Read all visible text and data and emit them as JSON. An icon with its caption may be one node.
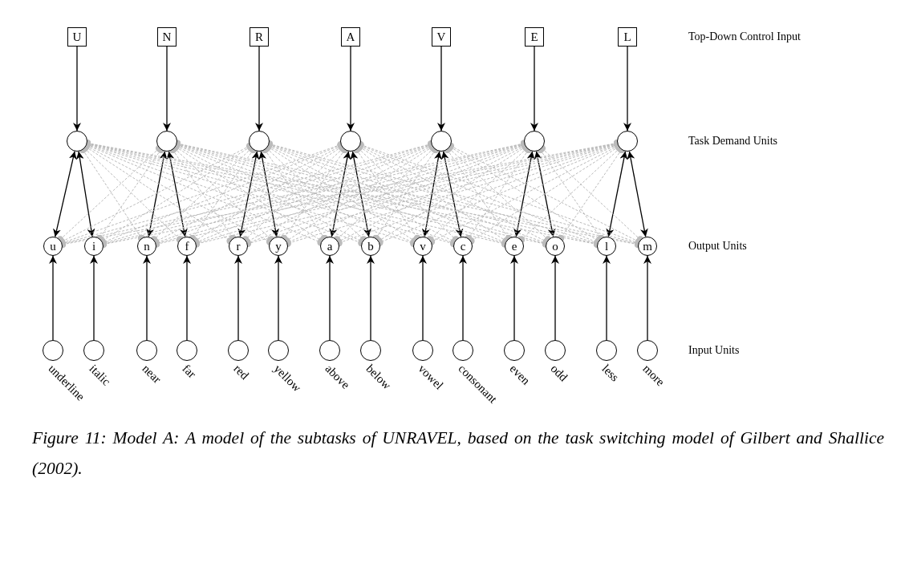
{
  "diagram": {
    "caption": "Figure 11: Model A: A model of the subtasks of UNRAVEL, based on the task switching model of Gilbert and Shallice (2002).",
    "nodes": [
      {
        "text": [
          "U"
        ]
      },
      {
        "text": [
          "N"
        ]
      },
      {
        "text": [
          "R"
        ]
      },
      {
        "text": [
          "A"
        ]
      },
      {
        "text": [
          "V"
        ]
      },
      {
        "text": [
          "E"
        ]
      },
      {
        "text": [
          "L"
        ]
      },
      {
        "text": [],
        "shape": "circle"
      },
      {
        "text": [],
        "shape": "circle"
      },
      {
        "text": [],
        "shape": "circle"
      },
      {
        "text": [],
        "shape": "circle"
      },
      {
        "text": [],
        "shape": "circle"
      },
      {
        "text": [],
        "shape": "circle"
      },
      {
        "text": [],
        "shape": "circle"
      },
      {
        "text": [
          "u"
        ]
      },
      {
        "text": [
          "i"
        ]
      },
      {
        "text": [
          "n"
        ]
      },
      {
        "text": [
          "f"
        ]
      },
      {
        "text": [
          "r"
        ]
      },
      {
        "text": [
          "y"
        ]
      },
      {
        "text": [
          "a"
        ]
      },
      {
        "text": [
          "b"
        ]
      },
      {
        "text": [
          "v"
        ]
      },
      {
        "text": [
          "c"
        ]
      },
      {
        "text": [
          "e"
        ]
      },
      {
        "text": [
          "o"
        ]
      },
      {
        "text": [
          "l"
        ]
      },
      {
        "text": [
          "m"
        ]
      },
      {
        "text": [],
        "shape": "circle",
        "beside": [
          "underline"
        ]
      },
      {
        "text": [],
        "shape": "circle",
        "beside": [
          "italic"
        ]
      },
      {
        "text": [],
        "shape": "circle",
        "beside": [
          "near"
        ]
      },
      {
        "text": [],
        "shape": "circle",
        "beside": [
          "far"
        ]
      },
      {
        "text": [],
        "shape": "circle",
        "beside": [
          "red"
        ]
      },
      {
        "text": [],
        "shape": "circle",
        "beside": [
          "yellow"
        ]
      },
      {
        "text": [],
        "shape": "circle",
        "beside": [
          "above"
        ]
      },
      {
        "text": [],
        "shape": "circle",
        "beside": [
          "below"
        ]
      },
      {
        "text": [],
        "shape": "circle",
        "beside": [
          "vowel"
        ]
      },
      {
        "text": [],
        "shape": "circle",
        "beside": [
          "consonant"
        ]
      },
      {
        "text": [],
        "shape": "circle",
        "beside": [
          "even"
        ]
      },
      {
        "text": [],
        "shape": "circle",
        "beside": [
          "odd"
        ]
      },
      {
        "text": [],
        "shape": "circle",
        "beside": [
          "less"
        ]
      },
      {
        "text": [],
        "shape": "circle",
        "beside": [
          "more"
        ]
      }
    ],
    "edges": [
      {
        "from": 0,
        "to": 7,
        "arrow": "to",
        "color": "#000000"
      },
      {
        "from": 1,
        "to": 8,
        "arrow": "to",
        "color": "#000000"
      },
      {
        "from": 2,
        "to": 9,
        "arrow": "to",
        "color": "#000000"
      },
      {
        "from": 3,
        "to": 10,
        "arrow": "to",
        "color": "#000000"
      },
      {
        "from": 4,
        "to": 11,
        "arrow": "to",
        "color": "#000000"
      },
      {
        "from": 5,
        "to": 12,
        "arrow": "to",
        "color": "#000000"
      },
      {
        "from": 6,
        "to": 13,
        "arrow": "to",
        "color": "#000000"
      },
      {
        "from": 7,
        "to": 14,
        "arrow": "both",
        "color": "#000000"
      },
      {
        "from": 7,
        "to": 15,
        "arrow": "both",
        "color": "#000000"
      },
      {
        "from": 8,
        "to": 16,
        "arrow": "both",
        "color": "#000000"
      },
      {
        "from": 8,
        "to": 17,
        "arrow": "both",
        "color": "#000000"
      },
      {
        "from": 9,
        "to": 18,
        "arrow": "both",
        "color": "#000000"
      },
      {
        "from": 9,
        "to": 19,
        "arrow": "both",
        "color": "#000000"
      },
      {
        "from": 10,
        "to": 20,
        "arrow": "both",
        "color": "#000000"
      },
      {
        "from": 10,
        "to": 21,
        "arrow": "both",
        "color": "#000000"
      },
      {
        "from": 11,
        "to": 22,
        "arrow": "both",
        "color": "#000000"
      },
      {
        "from": 11,
        "to": 23,
        "arrow": "both",
        "color": "#000000"
      },
      {
        "from": 12,
        "to": 24,
        "arrow": "both",
        "color": "#000000"
      },
      {
        "from": 12,
        "to": 25,
        "arrow": "both",
        "color": "#000000"
      },
      {
        "from": 13,
        "to": 26,
        "arrow": "both",
        "color": "#000000"
      },
      {
        "from": 13,
        "to": 27,
        "arrow": "both",
        "color": "#000000"
      },
      {
        "from": 28,
        "to": 14,
        "arrow": "to",
        "color": "#000000"
      },
      {
        "from": 29,
        "to": 15,
        "arrow": "to",
        "color": "#000000"
      },
      {
        "from": 30,
        "to": 16,
        "arrow": "to",
        "color": "#000000"
      },
      {
        "from": 31,
        "to": 17,
        "arrow": "to",
        "color": "#000000"
      },
      {
        "from": 32,
        "to": 18,
        "arrow": "to",
        "color": "#000000"
      },
      {
        "from": 33,
        "to": 19,
        "arrow": "to",
        "color": "#000000"
      },
      {
        "from": 34,
        "to": 20,
        "arrow": "to",
        "color": "#000000"
      },
      {
        "from": 35,
        "to": 21,
        "arrow": "to",
        "color": "#000000"
      },
      {
        "from": 36,
        "to": 22,
        "arrow": "to",
        "color": "#000000"
      },
      {
        "from": 37,
        "to": 23,
        "arrow": "to",
        "color": "#000000"
      },
      {
        "from": 38,
        "to": 24,
        "arrow": "to",
        "color": "#000000"
      },
      {
        "from": 39,
        "to": 25,
        "arrow": "to",
        "color": "#000000"
      },
      {
        "from": 40,
        "to": 26,
        "arrow": "to",
        "color": "#000000"
      },
      {
        "from": 41,
        "to": 27,
        "arrow": "to",
        "color": "#000000"
      },
      {
        "from": 7,
        "to": 16,
        "arrow": "other",
        "style": "dashed"
      },
      {
        "from": 7,
        "to": 17,
        "arrow": "other",
        "style": "dashed"
      },
      {
        "from": 7,
        "to": 18,
        "arrow": "other",
        "style": "dashed"
      },
      {
        "from": 7,
        "to": 19,
        "arrow": "other",
        "style": "dashed"
      },
      {
        "from": 7,
        "to": 20,
        "arrow": "other",
        "style": "dashed"
      },
      {
        "from": 7,
        "to": 21,
        "arrow": "other",
        "style": "dashed"
      },
      {
        "from": 7,
        "to": 22,
        "arrow": "other",
        "style": "dashed"
      },
      {
        "from": 7,
        "to": 23,
        "arrow": "other",
        "style": "dashed"
      },
      {
        "from": 7,
        "to": 24,
        "arrow": "other",
        "style": "dashed"
      },
      {
        "from": 7,
        "to": 25,
        "arrow": "other",
        "style": "dashed"
      },
      {
        "from": 7,
        "to": 26,
        "arrow": "other",
        "style": "dashed"
      },
      {
        "from": 7,
        "to": 27,
        "arrow": "other",
        "style": "dashed"
      },
      {
        "from": 8,
        "to": 14,
        "arrow": "other",
        "style": "dashed"
      },
      {
        "from": 8,
        "to": 15,
        "arrow": "other",
        "style": "dashed"
      },
      {
        "from": 8,
        "to": 18,
        "arrow": "other",
        "style": "dashed"
      },
      {
        "from": 8,
        "to": 19,
        "arrow": "other",
        "style": "dashed"
      },
      {
        "from": 8,
        "to": 20,
        "arrow": "other",
        "style": "dashed"
      },
      {
        "from": 8,
        "to": 21,
        "arrow": "other",
        "style": "dashed"
      },
      {
        "from": 8,
        "to": 22,
        "arrow": "other",
        "style": "dashed"
      },
      {
        "from": 8,
        "to": 23,
        "arrow": "other",
        "style": "dashed"
      },
      {
        "from": 8,
        "to": 24,
        "arrow": "other",
        "style": "dashed"
      },
      {
        "from": 8,
        "to": 25,
        "arrow": "other",
        "style": "dashed"
      },
      {
        "from": 8,
        "to": 26,
        "arrow": "other",
        "style": "dashed"
      },
      {
        "from": 8,
        "to": 27,
        "arrow": "other",
        "style": "dashed"
      },
      {
        "from": 9,
        "to": 14,
        "arrow": "other",
        "style": "dashed"
      },
      {
        "from": 9,
        "to": 15,
        "arrow": "other",
        "style": "dashed"
      },
      {
        "from": 9,
        "to": 16,
        "arrow": "other",
        "style": "dashed"
      },
      {
        "from": 9,
        "to": 17,
        "arrow": "other",
        "style": "dashed"
      },
      {
        "from": 9,
        "to": 20,
        "arrow": "other",
        "style": "dashed"
      },
      {
        "from": 9,
        "to": 21,
        "arrow": "other",
        "style": "dashed"
      },
      {
        "from": 9,
        "to": 22,
        "arrow": "other",
        "style": "dashed"
      },
      {
        "from": 9,
        "to": 23,
        "arrow": "other",
        "style": "dashed"
      },
      {
        "from": 9,
        "to": 24,
        "arrow": "other",
        "style": "dashed"
      },
      {
        "from": 9,
        "to": 25,
        "arrow": "other",
        "style": "dashed"
      },
      {
        "from": 9,
        "to": 26,
        "arrow": "other",
        "style": "dashed"
      },
      {
        "from": 9,
        "to": 27,
        "arrow": "other",
        "style": "dashed"
      },
      {
        "from": 10,
        "to": 14,
        "arrow": "other",
        "style": "dashed"
      },
      {
        "from": 10,
        "to": 15,
        "arrow": "other",
        "style": "dashed"
      },
      {
        "from": 10,
        "to": 16,
        "arrow": "other",
        "style": "dashed"
      },
      {
        "from": 10,
        "to": 17,
        "arrow": "other",
        "style": "dashed"
      },
      {
        "from": 10,
        "to": 18,
        "arrow": "other",
        "style": "dashed"
      },
      {
        "from": 10,
        "to": 19,
        "arrow": "other",
        "style": "dashed"
      },
      {
        "from": 10,
        "to": 22,
        "arrow": "other",
        "style": "dashed"
      },
      {
        "from": 10,
        "to": 23,
        "arrow": "other",
        "style": "dashed"
      },
      {
        "from": 10,
        "to": 24,
        "arrow": "other",
        "style": "dashed"
      },
      {
        "from": 10,
        "to": 25,
        "arrow": "other",
        "style": "dashed"
      },
      {
        "from": 10,
        "to": 26,
        "arrow": "other",
        "style": "dashed"
      },
      {
        "from": 10,
        "to": 27,
        "arrow": "other",
        "style": "dashed"
      },
      {
        "from": 11,
        "to": 14,
        "arrow": "other",
        "style": "dashed"
      },
      {
        "from": 11,
        "to": 15,
        "arrow": "other",
        "style": "dashed"
      },
      {
        "from": 11,
        "to": 16,
        "arrow": "other",
        "style": "dashed"
      },
      {
        "from": 11,
        "to": 17,
        "arrow": "other",
        "style": "dashed"
      },
      {
        "from": 11,
        "to": 18,
        "arrow": "other",
        "style": "dashed"
      },
      {
        "from": 11,
        "to": 19,
        "arrow": "other",
        "style": "dashed"
      },
      {
        "from": 11,
        "to": 20,
        "arrow": "other",
        "style": "dashed"
      },
      {
        "from": 11,
        "to": 21,
        "arrow": "other",
        "style": "dashed"
      },
      {
        "from": 11,
        "to": 24,
        "arrow": "other",
        "style": "dashed"
      },
      {
        "from": 11,
        "to": 25,
        "arrow": "other",
        "style": "dashed"
      },
      {
        "from": 11,
        "to": 26,
        "arrow": "other",
        "style": "dashed"
      },
      {
        "from": 11,
        "to": 27,
        "arrow": "other",
        "style": "dashed"
      },
      {
        "from": 12,
        "to": 14,
        "arrow": "other",
        "style": "dashed"
      },
      {
        "from": 12,
        "to": 15,
        "arrow": "other",
        "style": "dashed"
      },
      {
        "from": 12,
        "to": 16,
        "arrow": "other",
        "style": "dashed"
      },
      {
        "from": 12,
        "to": 17,
        "arrow": "other",
        "style": "dashed"
      },
      {
        "from": 12,
        "to": 18,
        "arrow": "other",
        "style": "dashed"
      },
      {
        "from": 12,
        "to": 19,
        "arrow": "other",
        "style": "dashed"
      },
      {
        "from": 12,
        "to": 20,
        "arrow": "other",
        "style": "dashed"
      },
      {
        "from": 12,
        "to": 21,
        "arrow": "other",
        "style": "dashed"
      },
      {
        "from": 12,
        "to": 22,
        "arrow": "other",
        "style": "dashed"
      },
      {
        "from": 12,
        "to": 23,
        "arrow": "other",
        "style": "dashed"
      },
      {
        "from": 12,
        "to": 26,
        "arrow": "other",
        "style": "dashed"
      },
      {
        "from": 12,
        "to": 27,
        "arrow": "other",
        "style": "dashed"
      },
      {
        "from": 13,
        "to": 14,
        "arrow": "other",
        "style": "dashed"
      },
      {
        "from": 13,
        "to": 15,
        "arrow": "other",
        "style": "dashed"
      },
      {
        "from": 13,
        "to": 16,
        "arrow": "other",
        "style": "dashed"
      },
      {
        "from": 13,
        "to": 17,
        "arrow": "other",
        "style": "dashed"
      },
      {
        "from": 13,
        "to": 18,
        "arrow": "other",
        "style": "dashed"
      },
      {
        "from": 13,
        "to": 19,
        "arrow": "other",
        "style": "dashed"
      },
      {
        "from": 13,
        "to": 20,
        "arrow": "other",
        "style": "dashed"
      },
      {
        "from": 13,
        "to": 21,
        "arrow": "other",
        "style": "dashed"
      },
      {
        "from": 13,
        "to": 22,
        "arrow": "other",
        "style": "dashed"
      },
      {
        "from": 13,
        "to": 23,
        "arrow": "other",
        "style": "dashed"
      },
      {
        "from": 13,
        "to": 24,
        "arrow": "other",
        "style": "dashed"
      },
      {
        "from": 13,
        "to": 25,
        "arrow": "other",
        "style": "dashed"
      }
    ],
    "labels": [
      "Top-Down Control Input",
      "Task Demand Units",
      "Output Units",
      "Input Units"
    ]
  }
}
